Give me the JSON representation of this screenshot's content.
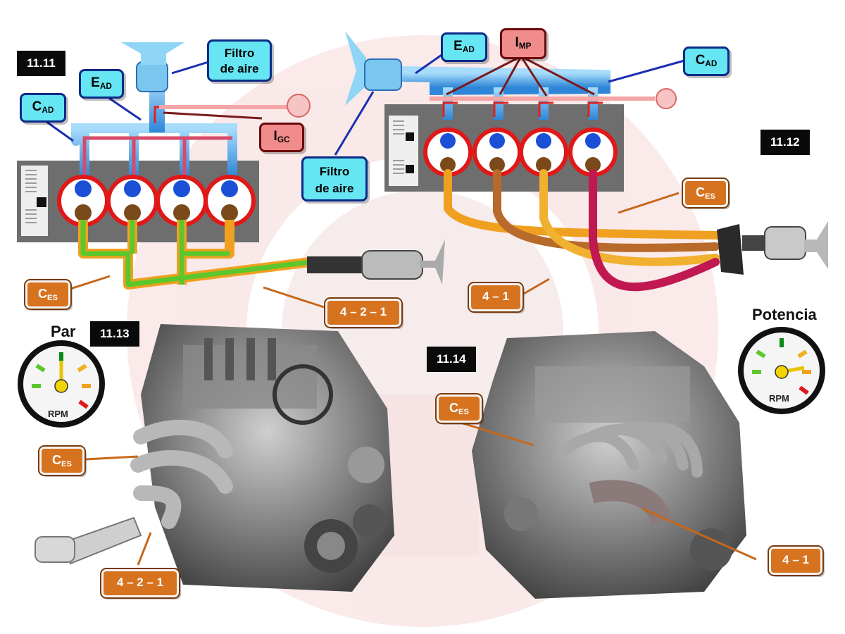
{
  "figures": {
    "f1111": "11.11",
    "f1112": "11.12",
    "f1113": "11.13",
    "f1114": "11.14"
  },
  "labels": {
    "filtro_line1": "Filtro",
    "filtro_line2": "de aire",
    "c_main": "C",
    "c_ad_sub": "AD",
    "c_es_sub": "ES",
    "e_main": "E",
    "e_ad_sub": "AD",
    "i_main": "I",
    "i_gc_sub": "GC",
    "i_mp_sub": "MP",
    "config_421": "4 – 2 – 1",
    "config_41": "4 – 1"
  },
  "gauges": {
    "par_title": "Par",
    "potencia_title": "Potencia",
    "rpm": "RPM"
  },
  "colors": {
    "intake_blue": "#4aa7e8",
    "exhaust_orange": "#f0a020",
    "exhaust_green": "#5cc72c",
    "label_cyan": "#66e6f2",
    "label_orange": "#d7731f",
    "label_red": "#f08c8c",
    "block_gray": "#6e6e6e"
  }
}
